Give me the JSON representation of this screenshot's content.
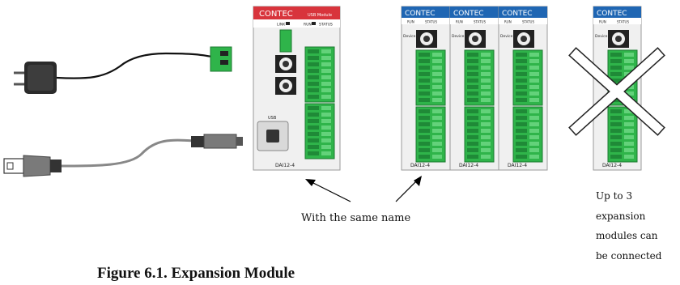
{
  "figure": {
    "title": "Figure 6.1.   Expansion Module",
    "same_name_label": "With the same name",
    "limit_note": [
      "Up to 3",
      "expansion",
      "modules can",
      "be connected"
    ]
  },
  "main_module": {
    "brand": "CONTEC",
    "product": "USB Module",
    "link_label": "LINK",
    "run_label": "RUN",
    "status_label": "STATUS",
    "usb_label": "USB",
    "model": "DAI12-4"
  },
  "expansion_modules": [
    {
      "brand": "CONTEC",
      "run_label": "RUN",
      "status_label": "STATUS",
      "device_label": "Device ID",
      "model": "DAI12-4"
    },
    {
      "brand": "CONTEC",
      "run_label": "RUN",
      "status_label": "STATUS",
      "device_label": "Device ID",
      "model": "DAI12-4"
    },
    {
      "brand": "CONTEC",
      "run_label": "RUN",
      "status_label": "STATUS",
      "device_label": "Device ID",
      "model": "DAI12-4"
    }
  ],
  "excluded_module": {
    "brand": "CONTEC",
    "run_label": "RUN",
    "status_label": "STATUS",
    "device_label": "Device ID",
    "model": "DAI12-4"
  },
  "colors": {
    "terminal_green": "#2fb44a",
    "header_red": "#d8343c",
    "header_blue": "#1f66b3",
    "module_body": "#f0f0f0"
  }
}
